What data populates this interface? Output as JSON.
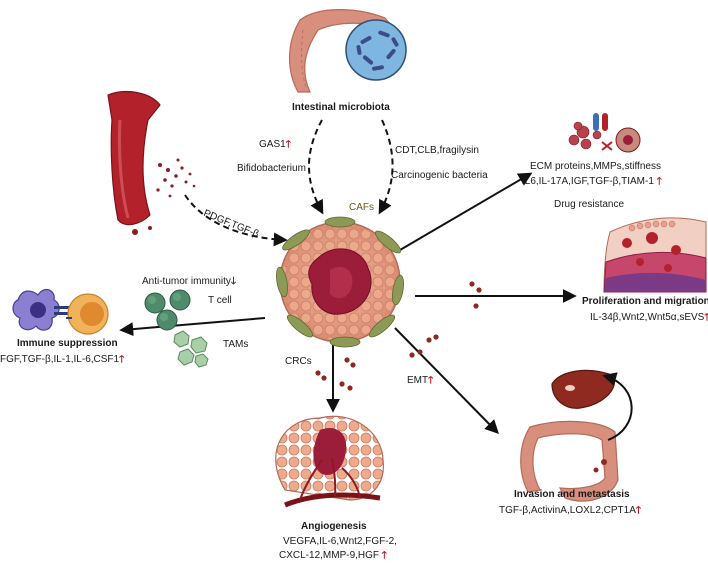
{
  "labels": {
    "intestinal_microbiota": "Intestinal microbiota",
    "gas1": "GAS1",
    "bifidobacterium": "Bifidobacterium",
    "cdt_clb": "CDT,CLB,fragilysin",
    "carcinogenic_bacteria": "Carcinogenic bacteria",
    "cafs": "CAFs",
    "pdgf_tgfb": "PDGF,TGF-β",
    "ecm_title": "ECM proteins,MMPs,stiffness",
    "ecm_factors": "IL6,IL-17A,IGF,TGF-β,TIAM-1",
    "drug_resistance": "Drug resistance",
    "antitumor_immunity": "Anti-tumor immunity",
    "t_cell": "T cell",
    "tams": "TAMs",
    "crcs": "CRCs",
    "immune_suppression": "Immune suppression",
    "immune_factors": "FGF,TGF-β,IL-1,IL-6,CSF1",
    "proliferation_title": "Proliferation and migration",
    "proliferation_factors": "IL-34β,Wnt2,Wnt5α,sEVS",
    "emt": "EMT",
    "invasion_title": "Invasion and metastasis",
    "invasion_factors": "TGF-β,ActivinA,LOXL2,CPT1A",
    "angiogenesis_title": "Angiogenesis",
    "angiogenesis_line1": "VEGFA,IL-6,Wnt2,FGF-2,",
    "angiogenesis_line2": "CXCL-12,MMP-9,HGF"
  },
  "arrows": {
    "up": "🡑",
    "down": "🡓"
  },
  "colors": {
    "tumor_fill": "#e9a98f",
    "tumor_core": "#9c1d3a",
    "caf": "#8c9a55",
    "blood": "#b3222b",
    "intestine": "#d98f7e",
    "bacteria_bg": "#7fb6e0",
    "t_cell": "#4f8a6b",
    "tam": "#a9cfa8",
    "liver": "#8e2a20",
    "up_arrow": "#b0191e"
  },
  "icons": [
    "intestine-with-bacteria-icon",
    "blood-vessel-icon",
    "tumor-cluster-icon",
    "ecm-cells-icon",
    "tissue-layer-icon",
    "immune-cell-pair-icon",
    "t-cell-icon",
    "tam-icon",
    "angiogenesis-tumor-icon",
    "colon-liver-icon"
  ]
}
